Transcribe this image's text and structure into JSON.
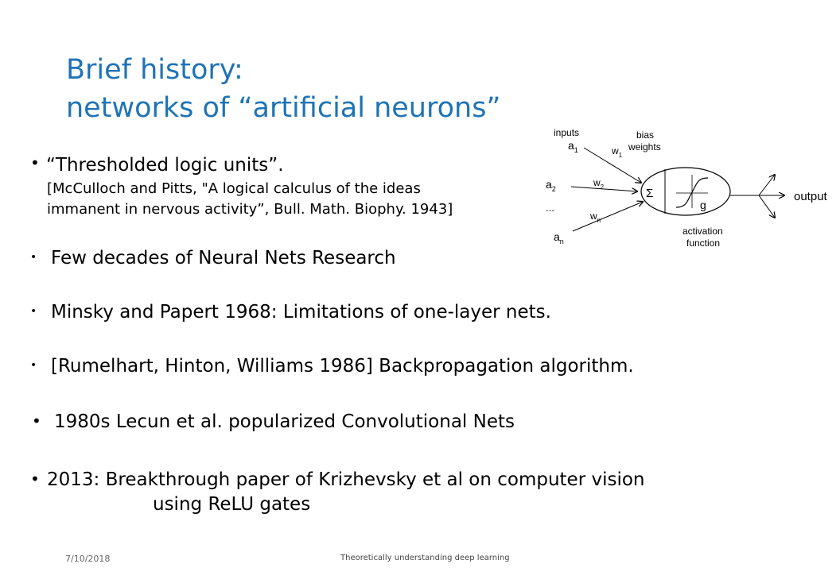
{
  "title": {
    "line1": "Brief history:",
    "line2": "networks of “artificial neurons”"
  },
  "bullets": [
    {
      "text": "“Thresholded logic units”.",
      "citation_line1": "[McCulloch and Pitts, \"A logical calculus of the ideas",
      "citation_line2": "immanent in nervous activity”, Bull. Math. Biophy. 1943]"
    },
    {
      "text": "Few decades of Neural Nets Research"
    },
    {
      "text": "Minsky and Papert 1968: Limitations of one-layer nets."
    },
    {
      "text": "[Rumelhart, Hinton, Williams 1986] Backpropagation algorithm."
    },
    {
      "text": "1980s Lecun et al. popularized Convolutional Nets"
    },
    {
      "text_line1": "2013: Breakthrough paper of Krizhevsky et al on computer vision",
      "text_line2": "using ReLU gates"
    }
  ],
  "bullet_symbol": "•",
  "diagram": {
    "inputs": "inputs",
    "a1": "a",
    "a1_sub": "1",
    "a2": "a",
    "a2_sub": "2",
    "dots": "...",
    "an": "a",
    "an_sub": "n",
    "w1": "w",
    "w1_sub": "1",
    "w2": "w",
    "w2_sub": "2",
    "wn": "w",
    "wn_sub": "n",
    "bias": "bias",
    "weights": "weights",
    "sigma": "Σ",
    "g": "g",
    "output": "output",
    "activation": "activation",
    "function": "function"
  },
  "footer": {
    "date": "7/10/2018",
    "center": "Theoretically understanding deep learning"
  },
  "colors": {
    "title": "#1f73b6"
  }
}
